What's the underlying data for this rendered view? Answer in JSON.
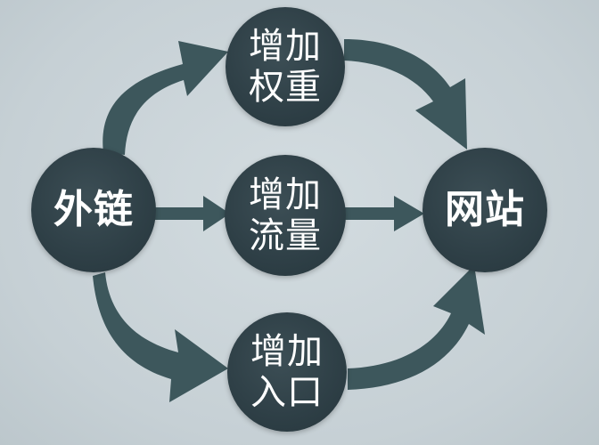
{
  "colors": {
    "background": "#c9d3d8",
    "node_fill": "#2e3f46",
    "arrow_fill": "#3d575c",
    "text": "#ffffff"
  },
  "nodes": {
    "left": {
      "label": "外链"
    },
    "top": {
      "line1": "增加",
      "line2": "权重"
    },
    "middle": {
      "line1": "增加",
      "line2": "流量"
    },
    "bottom": {
      "line1": "增加",
      "line2": "入口"
    },
    "right": {
      "label": "网站"
    }
  }
}
